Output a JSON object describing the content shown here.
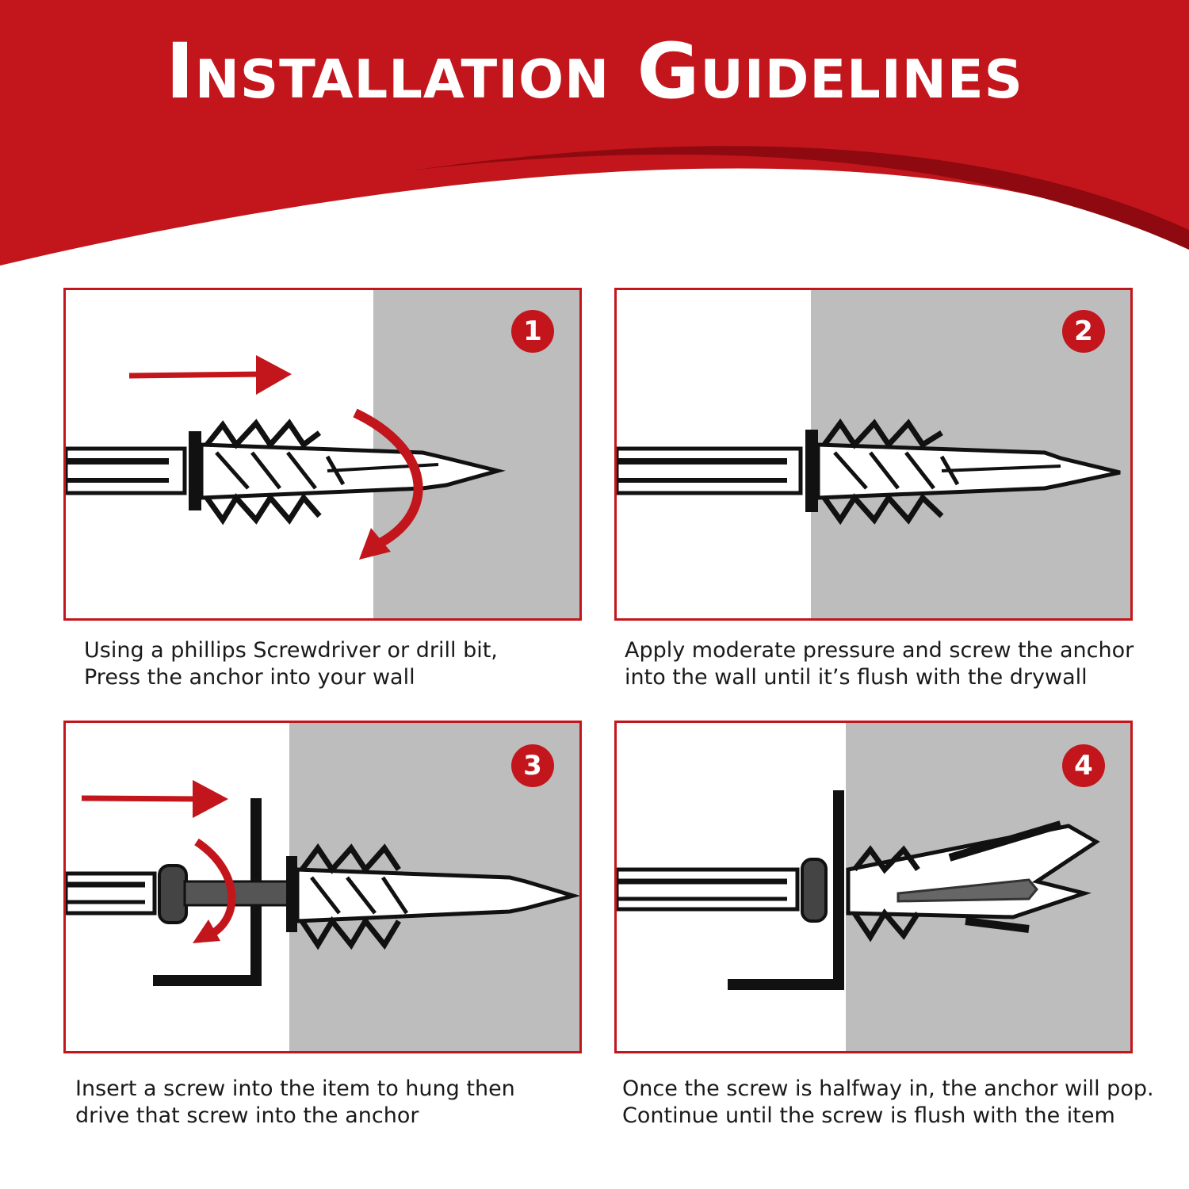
{
  "header": {
    "title": "Installation Guidelines",
    "banner_color": "#c3161c"
  },
  "steps": [
    {
      "number": "1",
      "lines": [
        "Using a phillips Screwdriver or drill bit,",
        "Press the anchor into your wall"
      ]
    },
    {
      "number": "2",
      "lines": [
        "Apply moderate pressure and screw the anchor",
        "into the wall until it’s flush with the drywall"
      ]
    },
    {
      "number": "3",
      "lines": [
        "Insert a screw into the item to hung then",
        "drive that screw into the anchor"
      ]
    },
    {
      "number": "4",
      "lines": [
        "Once the screw is halfway  in, the anchor will pop.",
        "Continue until the screw is flush with the item"
      ]
    }
  ],
  "colors": {
    "accent": "#c3161c",
    "wall": "#bdbdbd",
    "frame": "#c3161c"
  }
}
